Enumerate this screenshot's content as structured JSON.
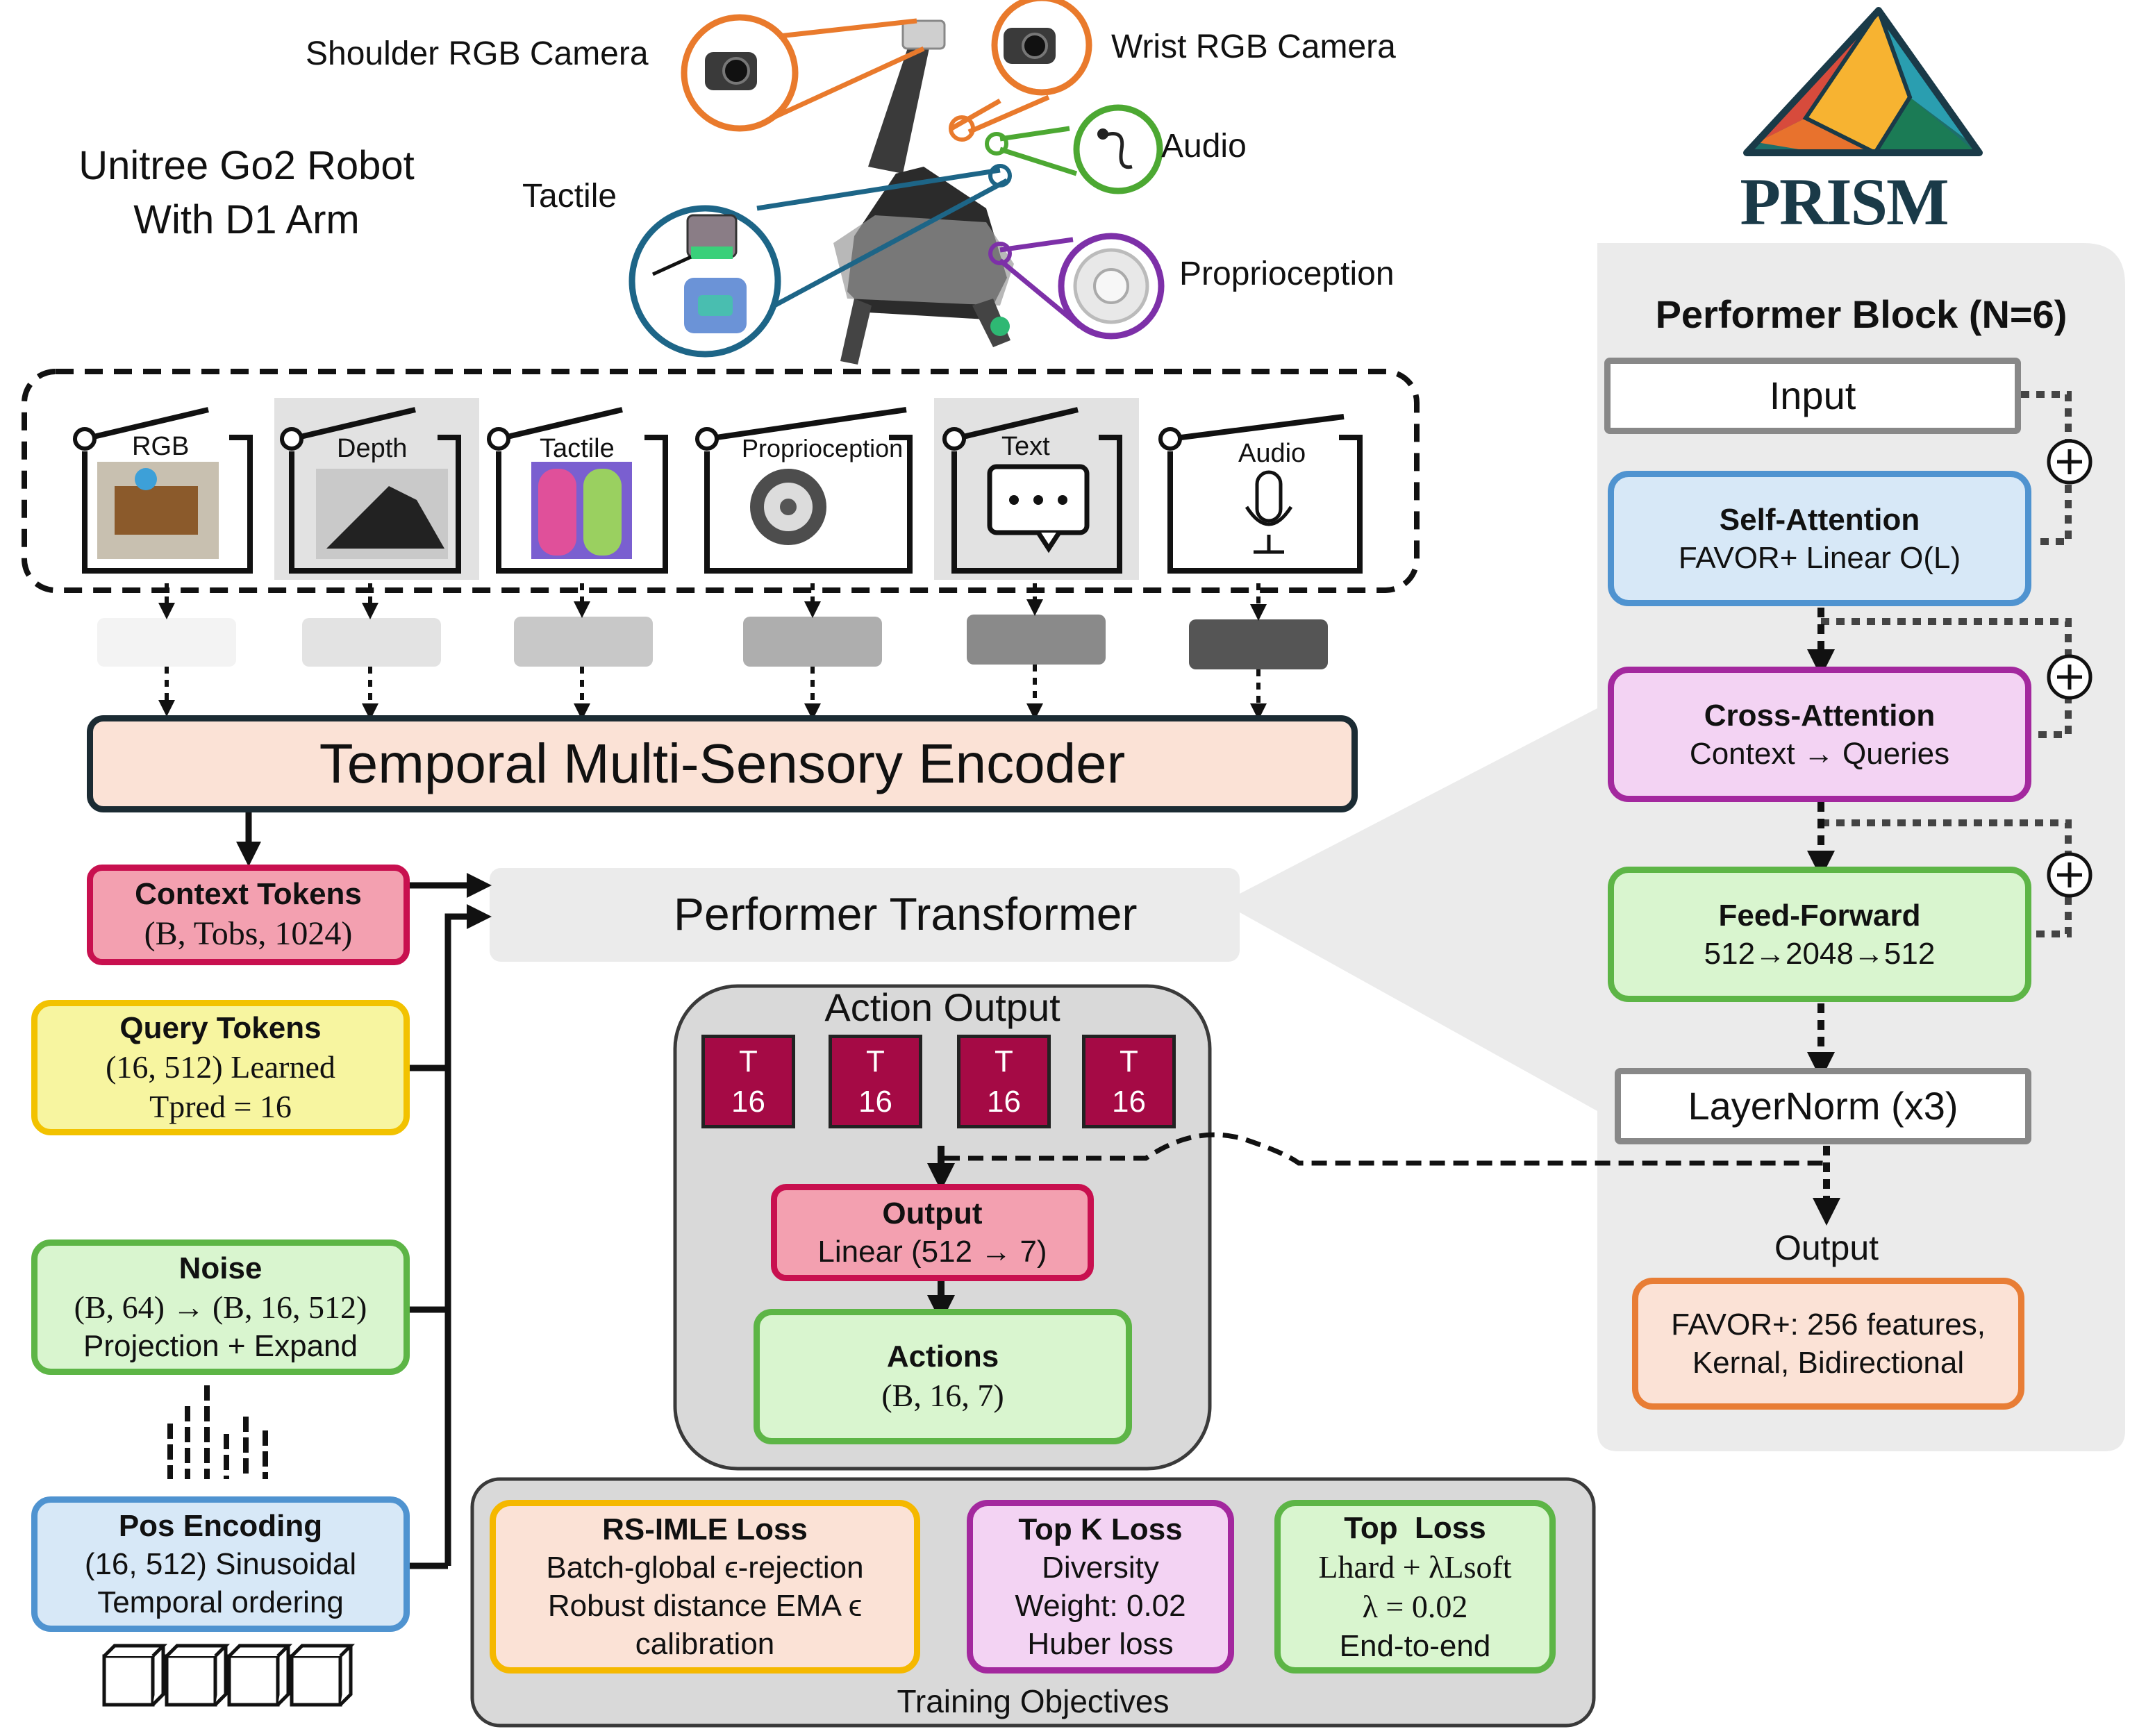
{
  "labels": {
    "robot": "Unitree Go2 Robot With D1 Arm",
    "shoulder_camera": "Shoulder RGB Camera",
    "wrist_camera": "Wrist RGB Camera",
    "audio": "Audio",
    "tactile": "Tactile",
    "proprioception": "Proprioception"
  },
  "logo": {
    "name": "PRISM"
  },
  "sensors": [
    "RGB",
    "Depth",
    "Tactile",
    "Proprioception",
    "Text",
    "Audio"
  ],
  "encoder": {
    "label": "Temporal Multi-Sensory Encoder"
  },
  "context_tokens": {
    "title": "Context Tokens",
    "shape": "(B, Tobs, 1024)"
  },
  "query_tokens": {
    "title": "Query Tokens",
    "line1": "(16, 512) Learned",
    "line2": "Tpred = 16"
  },
  "noise": {
    "title": "Noise",
    "line1": "(B, 64) → (B, 16, 512)",
    "line2": "Projection + Expand"
  },
  "pos_encoding": {
    "title": "Pos Encoding",
    "line1": "(16, 512) Sinusoidal",
    "line2": "Temporal ordering"
  },
  "performer_transformer": {
    "label": "Performer Transformer"
  },
  "action_output": {
    "title": "Action Output",
    "tokens": [
      {
        "top": "T",
        "bottom": "16"
      },
      {
        "top": "T",
        "bottom": "16"
      },
      {
        "top": "T",
        "bottom": "16"
      },
      {
        "top": "T",
        "bottom": "16"
      }
    ],
    "output_title": "Output",
    "output_sub": "Linear (512 → 7)",
    "actions_title": "Actions",
    "actions_sub": "(B, 16, 7)"
  },
  "training": {
    "label": "Training Objectives",
    "rsimle": {
      "title": "RS-IMLE Loss",
      "line1": "Batch-global ϵ-rejection",
      "line2": "Robust distance EMA  ϵ",
      "line3": "calibration"
    },
    "topk": {
      "title": "Top K Loss",
      "line1": "Diversity",
      "line2": "Weight: 0.02",
      "line3": "Huber loss"
    },
    "top": {
      "title": "Top  Loss",
      "line1": "Lhard + λLsoft",
      "line2": "λ = 0.02",
      "line3": "End-to-end"
    }
  },
  "performer_block": {
    "title": "Performer Block (N=6)",
    "input": "Input",
    "self_attention": {
      "title": "Self-Attention",
      "sub": "FAVOR+ Linear O(L)"
    },
    "cross_attention": {
      "title": "Cross-Attention",
      "sub": "Context → Queries"
    },
    "feed_forward": {
      "title": "Feed-Forward",
      "sub": "512→2048→512"
    },
    "layernorm": "LayerNorm (x3)",
    "output": "Output",
    "favor": {
      "line1": "FAVOR+: 256 features,",
      "line2": "Kernal, Bidirectional"
    }
  },
  "colors": {
    "context_fill": "#f3a0b0",
    "context_border": "#c8104f",
    "query_fill": "#f7f5a0",
    "query_border": "#f2c200",
    "noise_fill": "#d9f5cf",
    "noise_border": "#5db546",
    "pos_fill": "#d7e8f7",
    "pos_border": "#4f93d0",
    "encoder_fill": "#fbe2d6",
    "token_fill": "#a50a45",
    "rsimle_fill": "#fbe2d6",
    "rsimle_border": "#f5b800",
    "topk_fill": "#f3d3f3",
    "topk_border": "#a3289e",
    "toploss_fill": "#d9f5cf",
    "toploss_border": "#5db546",
    "selfattn_fill": "#d7e8f7",
    "selfattn_border": "#4f93d0",
    "crossattn_fill": "#f3d3f3",
    "crossattn_border": "#a3289e",
    "ff_fill": "#d9f5cf",
    "ff_border": "#5db546",
    "favor_fill": "#fbe2d6",
    "favor_border": "#e87d35",
    "orange_ring": "#e97a2c",
    "green_ring": "#4ca832",
    "blue_ring": "#1d6587",
    "purple_ring": "#7d30a8"
  }
}
